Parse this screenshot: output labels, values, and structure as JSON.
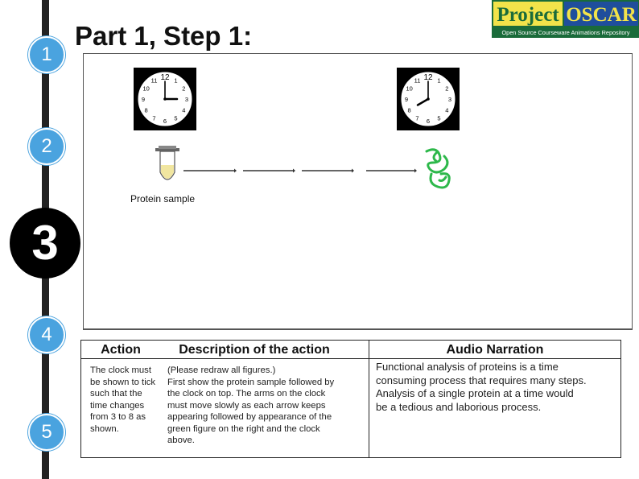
{
  "slide": {
    "title": "Part 1, Step 1:"
  },
  "logo": {
    "word1": "Project",
    "word2": "OSCAR",
    "tagline": "Open Source Courseware Animations Repository",
    "colors": {
      "green": "#1a6b3a",
      "blue": "#1f4e9c",
      "yellow": "#f2e34a"
    }
  },
  "steps": [
    "1",
    "2",
    "3",
    "4",
    "5"
  ],
  "figure": {
    "protein_label": "Protein sample",
    "clock_left": {
      "hour": 3,
      "minute": 0
    },
    "clock_right": {
      "hour": 8,
      "minute": 0
    },
    "clock_numbers": [
      "12",
      "1",
      "2",
      "3",
      "4",
      "5",
      "6",
      "7",
      "8",
      "9",
      "10",
      "11"
    ],
    "protein_color": "#2db84a"
  },
  "table": {
    "headers": {
      "action": "Action",
      "description": "Description of the action",
      "narration": "Audio Narration"
    },
    "action_lines": [
      "The clock must",
      "be shown to tick",
      "such that the",
      "time changes",
      "from 3 to 8 as",
      "shown."
    ],
    "description_lines": [
      "(Please redraw all figures.)",
      "First show the protein sample followed by",
      "the clock on top. The arms on the clock",
      "must move slowly as each arrow keeps",
      "appearing followed by appearance of the",
      "green figure on the right and the clock",
      "above."
    ],
    "narration_lines": [
      "Functional analysis of proteins is a time",
      "consuming process that requires many steps.",
      "Analysis of a single protein at a time would",
      "be a tedious and  laborious process."
    ]
  }
}
